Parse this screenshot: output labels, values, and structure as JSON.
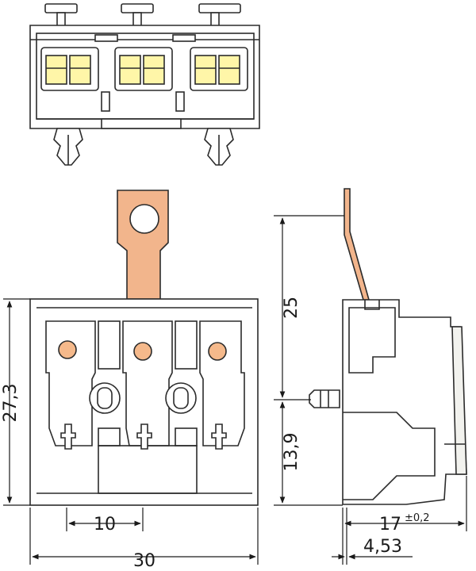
{
  "dimensions": {
    "height_total": "27,3",
    "height_upper": "25",
    "height_lower": "13,9",
    "pitch": "10",
    "width": "30",
    "depth": "17",
    "depth_tolerance": "±0,2",
    "pin_offset": "4,53"
  },
  "colors": {
    "outline": "#2b2b2b",
    "body_fill": "#ffffff",
    "lever_fill": "#f2f2ee",
    "clamp_window": "#fff6a8",
    "contact_dot": "#f5b98b",
    "solder_tab": "#f2b58c",
    "dimension_line": "#1a1a1a"
  }
}
